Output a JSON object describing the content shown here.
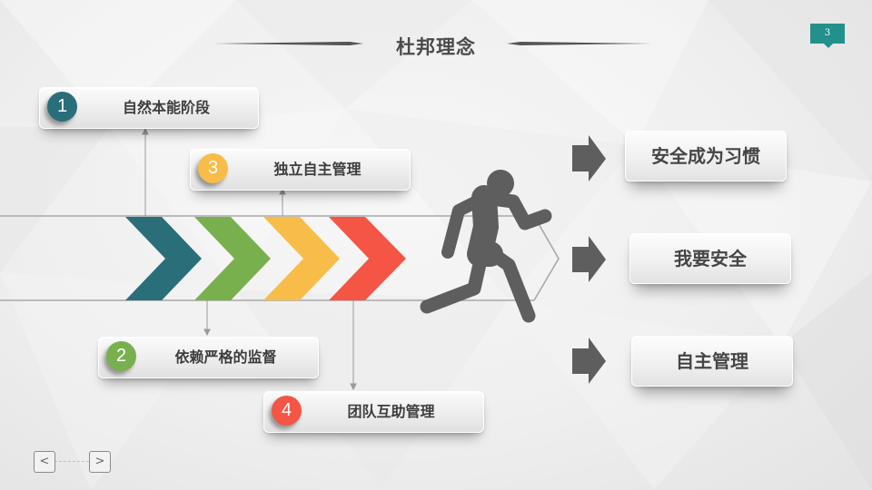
{
  "slide": {
    "title": "杜邦理念",
    "page_number": "3",
    "accent_color": "#23908a"
  },
  "stages": [
    {
      "number": "1",
      "label": "自然本能阶段",
      "color": "#2a6e7a"
    },
    {
      "number": "2",
      "label": "依赖严格的监督",
      "color": "#78b04e"
    },
    {
      "number": "3",
      "label": "独立自主管理",
      "color": "#f8bd48"
    },
    {
      "number": "4",
      "label": "团队互助管理",
      "color": "#f45545"
    }
  ],
  "chevrons": [
    {
      "color": "#2a6e7a"
    },
    {
      "color": "#78b04e"
    },
    {
      "color": "#f8bd48"
    },
    {
      "color": "#f45545"
    }
  ],
  "runner_icon": "running-person-icon",
  "outcomes": [
    {
      "label": "安全成为习惯",
      "icon": "arrow-right-icon"
    },
    {
      "label": "我要安全",
      "icon": "arrow-right-icon"
    },
    {
      "label": "自主管理",
      "icon": "arrow-right-icon"
    }
  ],
  "navigation": {
    "prev_label": "<",
    "next_label": ">"
  }
}
